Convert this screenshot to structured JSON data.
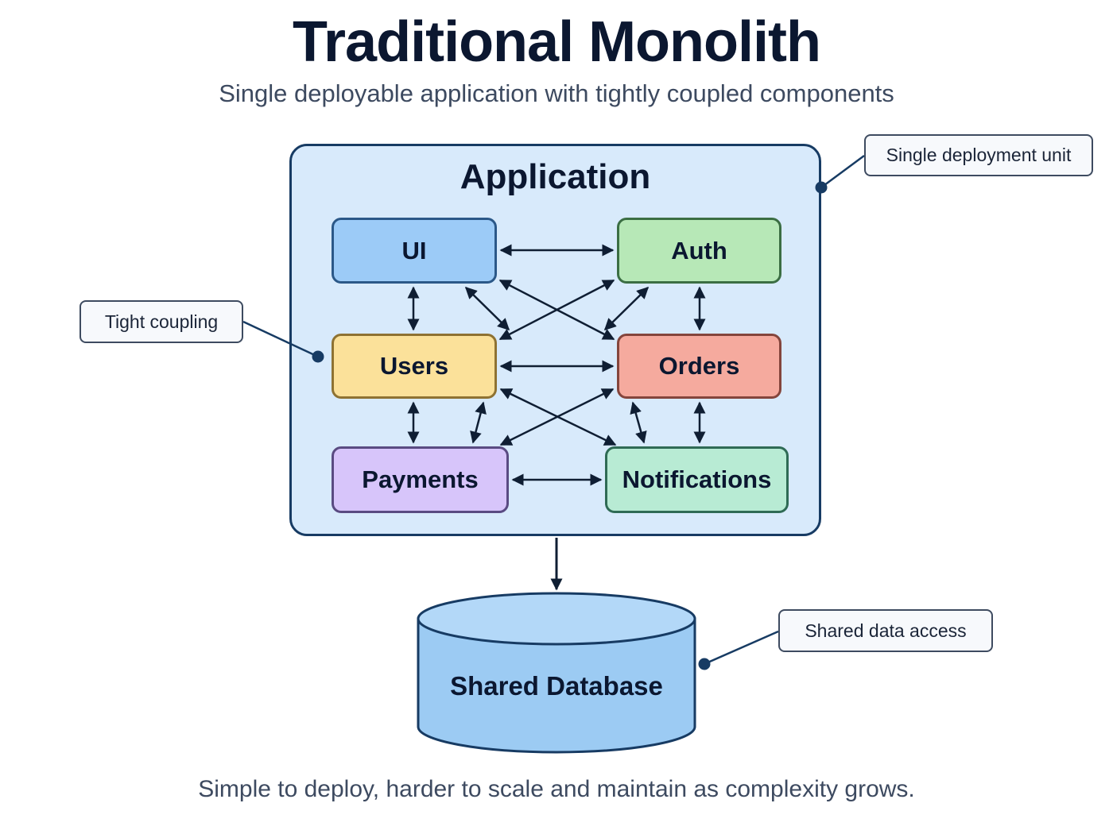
{
  "header": {
    "title": "Traditional Monolith",
    "subtitle": "Single deployable application with tightly coupled components"
  },
  "application": {
    "title": "Application",
    "components": {
      "ui": "UI",
      "auth": "Auth",
      "users": "Users",
      "orders": "Orders",
      "payments": "Payments",
      "notifications": "Notifications"
    }
  },
  "database": {
    "label": "Shared Database"
  },
  "callouts": {
    "deployment": "Single deployment unit",
    "coupling": "Tight coupling",
    "data_access": "Shared data access"
  },
  "footer": {
    "text": "Simple to deploy, harder to scale and maintain as complexity grows."
  },
  "connections": [
    [
      "UI",
      "Auth"
    ],
    [
      "UI",
      "Users"
    ],
    [
      "UI",
      "Orders"
    ],
    [
      "Auth",
      "Orders"
    ],
    [
      "Auth",
      "Users"
    ],
    [
      "Users",
      "Orders"
    ],
    [
      "Users",
      "Payments"
    ],
    [
      "Users",
      "Notifications"
    ],
    [
      "Orders",
      "Payments"
    ],
    [
      "Orders",
      "Notifications"
    ],
    [
      "Payments",
      "Notifications"
    ],
    [
      "Application",
      "Shared Database"
    ]
  ],
  "colors": {
    "ui": "#9ccbf7",
    "auth": "#b7e8b7",
    "users": "#fbe19a",
    "orders": "#f5aa9e",
    "payments": "#d7c5fa",
    "notifications": "#b8ebd4",
    "application": "#d8eafb",
    "database": "#9ccbf3",
    "line": "#0f1e33"
  }
}
